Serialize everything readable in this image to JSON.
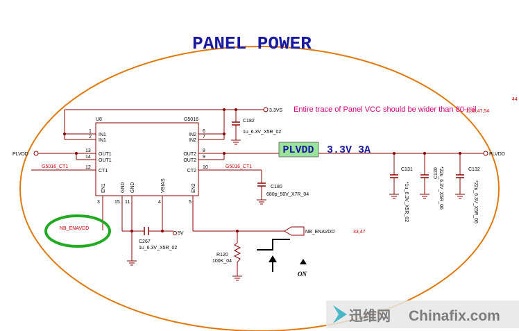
{
  "title": "PANEL POWER",
  "note": "Entire trace of Panel VCC should be wider than 80-mil",
  "page_refs": {
    "top": "44",
    "side": "2,32,47,54",
    "enable": "33,47"
  },
  "ic": {
    "ref": "U8",
    "part": "G5016",
    "pins": {
      "in1a": {
        "num": "1",
        "label": "IN1"
      },
      "in1b": {
        "num": "2",
        "label": "IN1"
      },
      "out1a": {
        "num": "13",
        "label": "OUT1"
      },
      "out1b": {
        "num": "14",
        "label": "OUT1"
      },
      "ct1": {
        "num": "12",
        "label": "CT1"
      },
      "in2a": {
        "num": "6",
        "label": "IN2"
      },
      "in2b": {
        "num": "7",
        "label": "IN2"
      },
      "out2a": {
        "num": "8",
        "label": "OUT2"
      },
      "out2b": {
        "num": "9",
        "label": "OUT2"
      },
      "ct2": {
        "num": "10",
        "label": "CT2"
      },
      "en1": {
        "num": "3",
        "label": "EN1"
      },
      "gnd1": {
        "num": "15",
        "label": "GND"
      },
      "gnd2": {
        "num": "11",
        "label": "GND"
      },
      "vbias": {
        "num": "4",
        "label": "VBIAS"
      },
      "en2": {
        "num": "5",
        "label": "EN2"
      }
    }
  },
  "nets": {
    "v33": "3.3VS",
    "plvdd": "PLVDD",
    "ct1": "G5016_CT1",
    "ct2": "G5016_CT1",
    "enable": "NB_ENAVDD",
    "enable_port": "NB_ENAVDD",
    "v5": "5V"
  },
  "highlight": {
    "net": "PLVDD",
    "spec": "3.3V 3A"
  },
  "components": {
    "c182": {
      "ref": "C182",
      "value": "1u_6.3V_X5R_02"
    },
    "c180": {
      "ref": "C180",
      "value": "680p_50V_X7R_04"
    },
    "c267": {
      "ref": "C267",
      "value": "1u_6.3V_X5R_02"
    },
    "r120": {
      "ref": "R120",
      "value": "100K_04"
    },
    "c131": {
      "ref": "C131",
      "value": "*1u_6.3V_X5R_02"
    },
    "c130": {
      "ref": "C130",
      "value": "*22u_6.3V_X5R_06"
    },
    "c132": {
      "ref": "C132",
      "value": "*22u_6.3V_X5R_06"
    }
  },
  "on_label": "ON",
  "watermark": {
    "cn": "迅维网",
    "en": "Chinafix.com"
  },
  "colors": {
    "title": "#1a1aa0",
    "wire": "#8b0000",
    "outline": "#e07a10",
    "note": "#d4007a",
    "circle": "#22aa22",
    "highlight_fill": "#9be39b",
    "net": "#cc0000"
  }
}
